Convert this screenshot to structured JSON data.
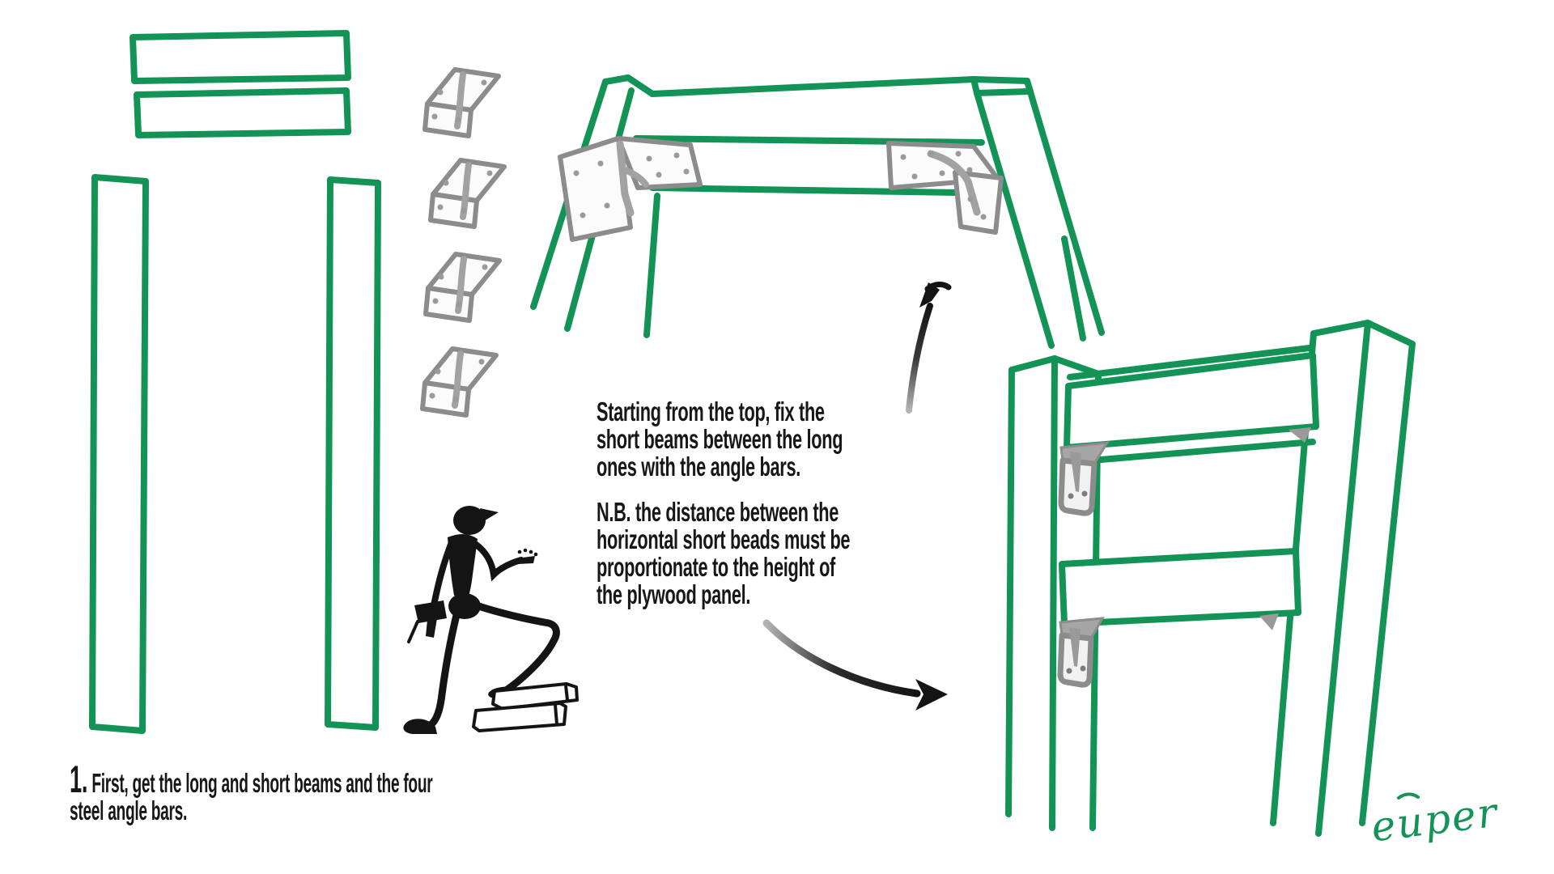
{
  "page": {
    "background": "#ffffff",
    "accent_green": "#149357",
    "sketch_gray": "#8c8c8c",
    "ink_black": "#141414"
  },
  "step1": {
    "number": "1.",
    "line1": "First, get the long and short beams and the four",
    "line2": "steel angle bars."
  },
  "note": {
    "p1_line1": "Starting from the top, fix the",
    "p1_line2": "short beams between the long",
    "p1_line3": "ones with the angle bars.",
    "p2_line1": "N.B. the distance between the",
    "p2_line2": "horizontal short beads must be",
    "p2_line3": "proportionate to the height of",
    "p2_line4": "the plywood panel."
  },
  "signature": {
    "text": "euper"
  },
  "illustrations": {
    "short_beams": "two horizontal green outlined short beams",
    "long_beams": "two vertical green outlined long beams",
    "angle_brackets": "four gray steel angle brackets",
    "worker": "black figure holding a drill, foot on stacked boards",
    "top_assembly": "frame top with short beam fixed between long beams by angle bars",
    "side_assembly": "frame side with two short beams fixed to posts by angle bars",
    "arrow_up": "curved arrow pointing up to top assembly",
    "arrow_down": "curved arrow pointing down to side assembly"
  }
}
